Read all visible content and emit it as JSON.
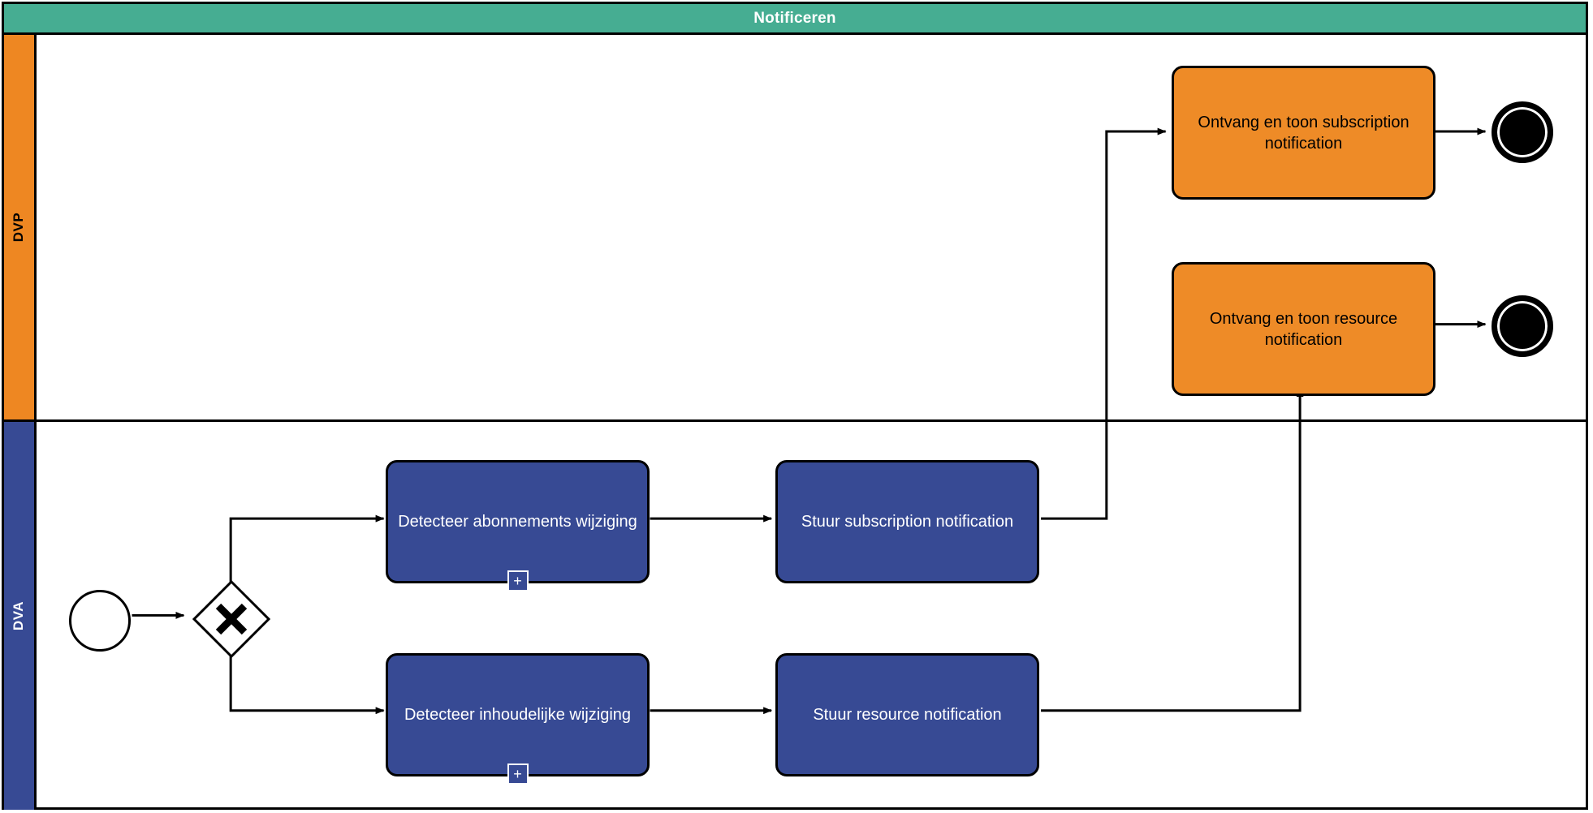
{
  "diagram": {
    "type": "bpmn-collaboration",
    "pool_title": "Notificeren",
    "notation": "BPMN 2.0"
  },
  "lanes": [
    {
      "id": "dvp",
      "label": "DVP",
      "color": "#EE8722",
      "label_color": "#000000"
    },
    {
      "id": "dva",
      "label": "DVA",
      "color": "#374A94",
      "label_color": "#FFFFFF"
    }
  ],
  "nodes": {
    "start_event": {
      "name": "start-event",
      "shape": "circle-thin",
      "label": ""
    },
    "gateway": {
      "name": "xor-gateway",
      "shape": "diamond-x",
      "label": "X"
    },
    "detect_subscription": {
      "name": "task",
      "shape": "subprocess",
      "label": "Detecteer abonnements wijziging",
      "lane": "dva",
      "marker": "+"
    },
    "detect_content": {
      "name": "task",
      "shape": "subprocess",
      "label": "Detecteer inhoudelijke wijziging",
      "lane": "dva",
      "marker": "+"
    },
    "send_subscription": {
      "name": "task",
      "shape": "task",
      "label": "Stuur subscription notification",
      "lane": "dva",
      "marker": ""
    },
    "send_resource": {
      "name": "task",
      "shape": "task",
      "label": "Stuur resource notification",
      "lane": "dva",
      "marker": ""
    },
    "receive_subscription": {
      "name": "task",
      "shape": "task",
      "label": "Ontvang en toon subscription notification",
      "lane": "dvp",
      "marker": ""
    },
    "receive_resource": {
      "name": "task",
      "shape": "task",
      "label": "Ontvang en toon resource notification",
      "lane": "dvp",
      "marker": ""
    },
    "end_event_subscription": {
      "name": "end-event",
      "shape": "circle-thick",
      "label": ""
    },
    "end_event_resource": {
      "name": "end-event",
      "shape": "circle-thick",
      "label": ""
    }
  },
  "colors": {
    "pool_header": "#46AD92",
    "lane_dvp": "#EE8722",
    "lane_dva": "#374A94",
    "task_orange": "#EE8B27",
    "task_blue": "#374A94",
    "stroke": "#000000",
    "canvas": "#FFFFFF"
  }
}
